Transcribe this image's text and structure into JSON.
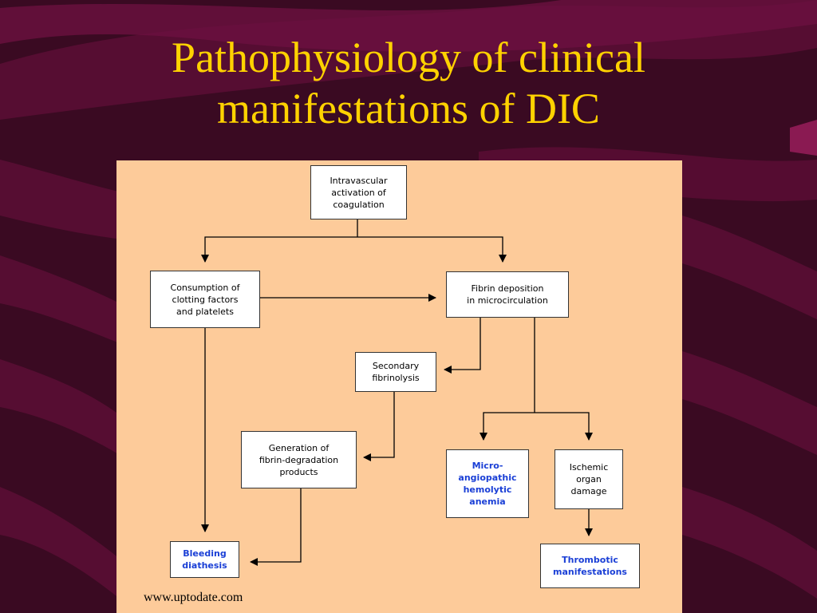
{
  "slide": {
    "title_line1": "Pathophysiology of clinical",
    "title_line2": "manifestations of DIC",
    "source": "www.uptodate.com"
  },
  "colors": {
    "background": "#3a0a22",
    "title": "#ffd200",
    "panel": "#fdcb9a",
    "outcome_text": "#1a3fd6"
  },
  "nodes": {
    "activation": "Intravascular\nactivation of\ncoagulation",
    "consumption": "Consumption of\nclotting factors\nand platelets",
    "fibrin_deposition": "Fibrin deposition\nin microcirculation",
    "secondary_fibrinolysis": "Secondary\nfibrinolysis",
    "fdp_generation": "Generation of\nfibrin-degradation\nproducts",
    "mah_anemia": "Micro-\nangiopathic\nhemolytic\nanemia",
    "ischemic_damage": "Ischemic\norgan\ndamage",
    "bleeding": "Bleeding\ndiathesis",
    "thrombotic": "Thrombotic\nmanifestations"
  }
}
